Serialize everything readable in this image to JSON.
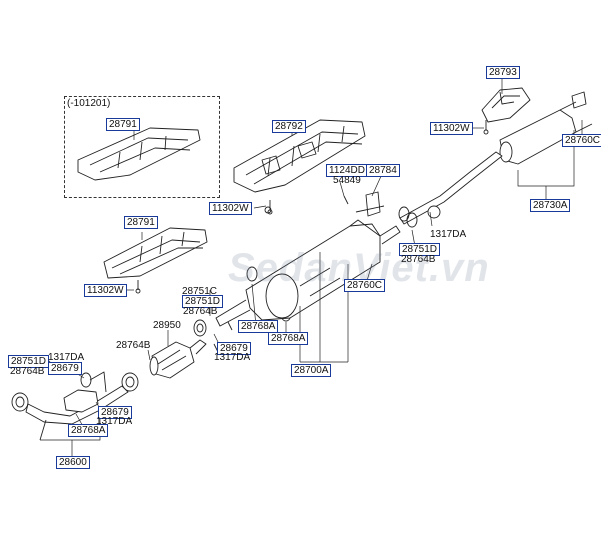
{
  "inset": {
    "label": "(-101201)"
  },
  "watermark": "SedanViet.vn",
  "labels": {
    "p28793": "28793",
    "p11302W_a": "11302W",
    "p28760C_a": "28760C",
    "p28730A": "28730A",
    "p28791_a": "28791",
    "p28792": "28792",
    "p1124DD": "1124DD",
    "p54849": "54849",
    "p28784": "28784",
    "p11302W_b": "11302W",
    "p1317DA_a": "1317DA",
    "p28751D_a": "28751D",
    "p28764B_a": "28764B",
    "p28760C_b": "28760C",
    "p28791_b": "28791",
    "p11302W_c": "11302W",
    "p28751C": "28751C",
    "p28751D_b": "28751D",
    "p28764B_b": "28764B",
    "p28768A_a": "28768A",
    "p28768A_b": "28768A",
    "p28950": "28950",
    "p28764B_c": "28764B",
    "p28679_a": "28679",
    "p1317DA_b": "1317DA",
    "p28700A": "28700A",
    "p28751D_c": "28751D",
    "p28764B_d": "28764B",
    "p1317DA_c": "1317DA",
    "p28679_b": "28679",
    "p28679_c": "28679",
    "p1317DA_d": "1317DA",
    "p28768A_c": "28768A",
    "p28600": "28600"
  },
  "colors": {
    "label_border": "#1a3a9a",
    "line": "#222222"
  }
}
